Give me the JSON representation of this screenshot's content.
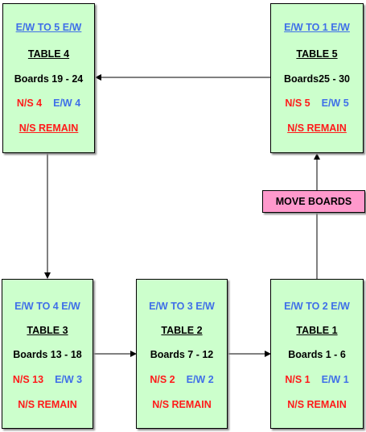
{
  "tables": {
    "t4": {
      "move": "E/W TO 5 E/W",
      "title": "TABLE  4",
      "boards": "Boards 19  -  24",
      "ns": "N/S 4",
      "ew": "E/W 4",
      "remain": "N/S REMAIN"
    },
    "t5": {
      "move": "E/W TO 1 E/W",
      "title": "TABLE  5",
      "boards": "Boards25 - 30",
      "ns": "N/S  5",
      "ew": "E/W 5",
      "remain": "N/S REMAIN"
    },
    "t3": {
      "move": "E/W TO 4 E/W",
      "title": "TABLE  3",
      "boards": "Boards 13 - 18",
      "ns": "N/S  13",
      "ew": "E/W 3",
      "remain": "N/S REMAIN"
    },
    "t2": {
      "move": "E/W TO 3 E/W",
      "title": "TABLE  2",
      "boards": "Boards 7 - 12",
      "ns": "N/S  2",
      "ew": "E/W 2",
      "remain": "N/S REMAIN"
    },
    "t1": {
      "move": "E/W TO 2 E/W",
      "title": "TABLE  1",
      "boards": "Boards 1 - 6",
      "ns": "N/S  1",
      "ew": "E/W 1",
      "remain": "N/S REMAIN"
    }
  },
  "move_boards_label": "MOVE BOARDS",
  "colors": {
    "box_fill": "#ccffcc",
    "move_boards_fill": "#ff99cc",
    "east_west_text": "#3f6fe8",
    "north_south_text": "#ff1a1a"
  }
}
